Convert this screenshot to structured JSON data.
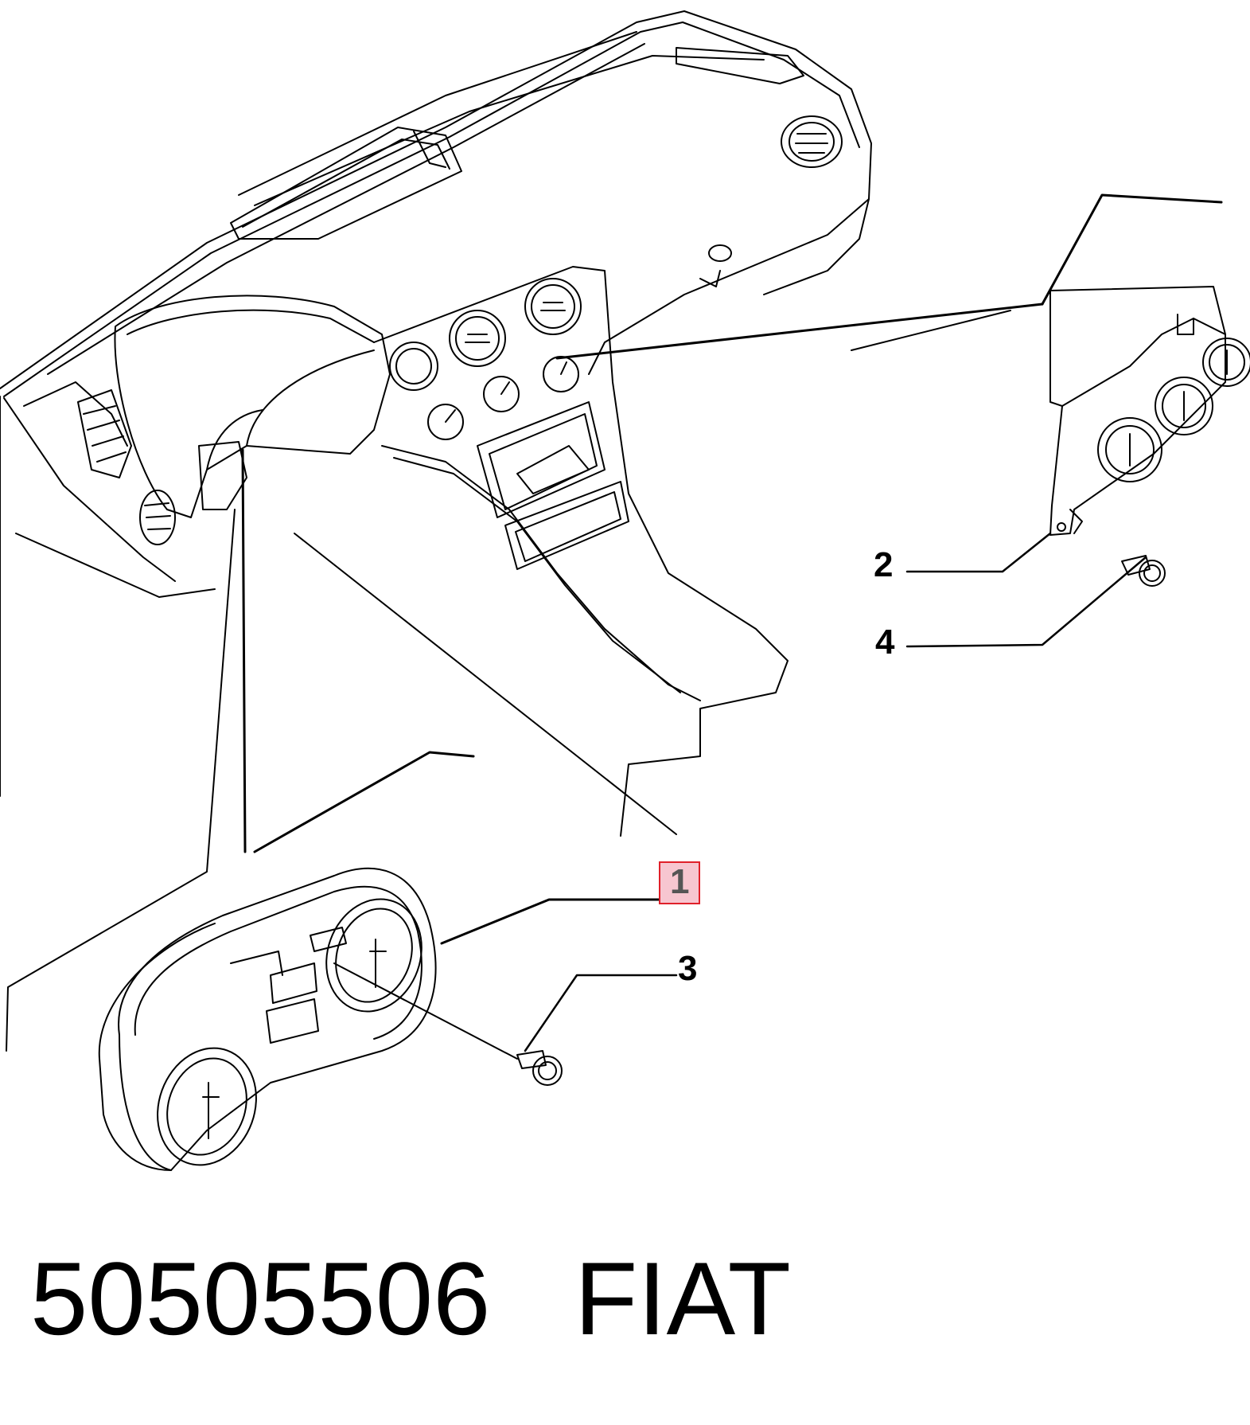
{
  "callouts": {
    "c1": "1",
    "c2": "2",
    "c3": "3",
    "c4": "4"
  },
  "caption": {
    "part_number": "50505506",
    "brand": "FIAT"
  },
  "colors": {
    "line": "#000000",
    "highlight_border": "#e0202a",
    "highlight_fill": "#f7c6d0"
  }
}
